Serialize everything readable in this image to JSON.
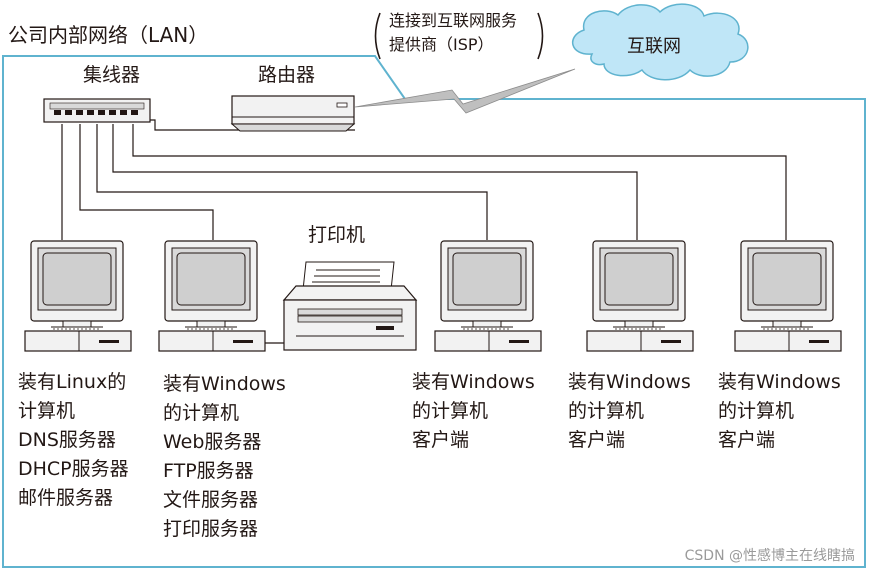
{
  "network": {
    "title": "公司内部网络（LAN）",
    "hub_label": "集线器",
    "router_label": "路由器",
    "printer_label": "打印机",
    "isp_line1": "连接到互联网服务",
    "isp_line2": "提供商（ISP）",
    "internet_label": "互联网"
  },
  "computers": [
    {
      "lines": [
        "装有Linux的",
        "计算机",
        "DNS服务器",
        "DHCP服务器",
        "邮件服务器"
      ]
    },
    {
      "lines": [
        "装有Windows",
        "的计算机",
        "Web服务器",
        "FTP服务器",
        "文件服务器",
        "打印服务器"
      ]
    },
    {
      "lines": [
        "装有Windows",
        "的计算机",
        "客户端"
      ]
    },
    {
      "lines": [
        "装有Windows",
        "的计算机",
        "客户端"
      ]
    },
    {
      "lines": [
        "装有Windows",
        "的计算机",
        "客户端"
      ]
    }
  ],
  "watermark": "CSDN @性感博主在线瞎搞",
  "colors": {
    "frame": "#5fb3cf",
    "device_fill": "#f2f2f2",
    "screen_fill": "#cfcfcf",
    "cloud_fill": "#bfe6f7",
    "line": "#231815"
  }
}
